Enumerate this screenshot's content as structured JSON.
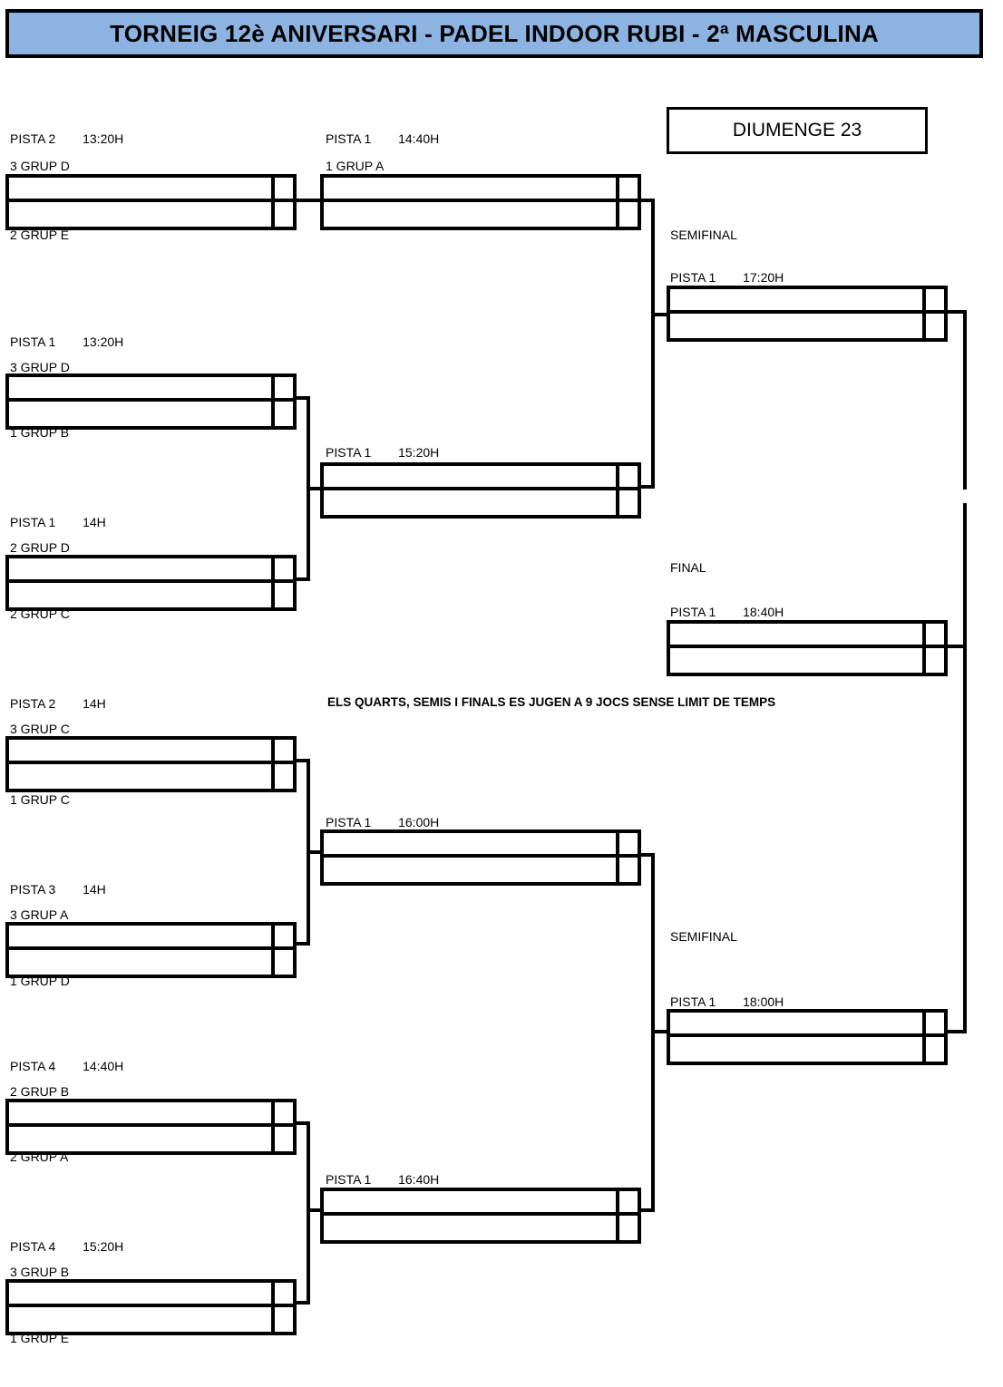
{
  "title": "TORNEIG 12è ANIVERSARI - PADEL INDOOR RUBI - 2ª MASCULINA",
  "day_label": "DIUMENGE 23",
  "note": "ELS QUARTS, SEMIS I FINALS ES JUGEN A 9 JOCS SENSE LIMIT DE TEMPS",
  "round_labels": {
    "semifinal_top": "SEMIFINAL",
    "semifinal_bottom": "SEMIFINAL",
    "final": "FINAL"
  },
  "round16": [
    {
      "id": "r16-1",
      "court": "PISTA 2",
      "time": "13:20H",
      "top_seed": "3 GRUP D",
      "bottom_seed": "2 GRUP E",
      "top_name": "",
      "bottom_name": "",
      "top_score": "",
      "bottom_score": ""
    },
    {
      "id": "r16-2",
      "court": "PISTA 1",
      "time": "13:20H",
      "top_seed": "3 GRUP D",
      "bottom_seed": "1 GRUP B",
      "top_name": "",
      "bottom_name": "",
      "top_score": "",
      "bottom_score": ""
    },
    {
      "id": "r16-3",
      "court": "PISTA 1",
      "time": "14H",
      "top_seed": "2 GRUP D",
      "bottom_seed": "2 GRUP C",
      "top_name": "",
      "bottom_name": "",
      "top_score": "",
      "bottom_score": ""
    },
    {
      "id": "r16-4",
      "court": "PISTA 2",
      "time": "14H",
      "top_seed": "3 GRUP C",
      "bottom_seed": "1 GRUP C",
      "top_name": "",
      "bottom_name": "",
      "top_score": "",
      "bottom_score": ""
    },
    {
      "id": "r16-5",
      "court": "PISTA 3",
      "time": "14H",
      "top_seed": "3 GRUP A",
      "bottom_seed": "1 GRUP D",
      "top_name": "",
      "bottom_name": "",
      "top_score": "",
      "bottom_score": ""
    },
    {
      "id": "r16-6",
      "court": "PISTA 4",
      "time": "14:40H",
      "top_seed": "2 GRUP B",
      "bottom_seed": "2 GRUP A",
      "top_name": "",
      "bottom_name": "",
      "top_score": "",
      "bottom_score": ""
    },
    {
      "id": "r16-7",
      "court": "PISTA 4",
      "time": "15:20H",
      "top_seed": "3 GRUP B",
      "bottom_seed": "1 GRUP E",
      "top_name": "",
      "bottom_name": "",
      "top_score": "",
      "bottom_score": ""
    }
  ],
  "quarterfinals": [
    {
      "id": "qf-1",
      "court": "PISTA 1",
      "time": "14:40H",
      "top_seed": "1 GRUP A",
      "bottom_seed": "",
      "top_name": "",
      "bottom_name": "",
      "top_score": "",
      "bottom_score": ""
    },
    {
      "id": "qf-2",
      "court": "PISTA 1",
      "time": "15:20H",
      "top_seed": "",
      "bottom_seed": "",
      "top_name": "",
      "bottom_name": "",
      "top_score": "",
      "bottom_score": ""
    },
    {
      "id": "qf-3",
      "court": "PISTA 1",
      "time": "16:00H",
      "top_seed": "",
      "bottom_seed": "",
      "top_name": "",
      "bottom_name": "",
      "top_score": "",
      "bottom_score": ""
    },
    {
      "id": "qf-4",
      "court": "PISTA 1",
      "time": "16:40H",
      "top_seed": "",
      "bottom_seed": "",
      "top_name": "",
      "bottom_name": "",
      "top_score": "",
      "bottom_score": ""
    }
  ],
  "semifinals": [
    {
      "id": "sf-1",
      "court": "PISTA 1",
      "time": "17:20H",
      "top_name": "",
      "bottom_name": "",
      "top_score": "",
      "bottom_score": ""
    },
    {
      "id": "sf-2",
      "court": "PISTA 1",
      "time": "18:00H",
      "top_name": "",
      "bottom_name": "",
      "top_score": "",
      "bottom_score": ""
    }
  ],
  "final": {
    "id": "final-1",
    "court": "PISTA 1",
    "time": "18:40H",
    "top_name": "",
    "bottom_name": "",
    "top_score": "",
    "bottom_score": ""
  },
  "colors": {
    "banner_background": "#8cb3e2",
    "line": "#000000",
    "page_background": "#ffffff"
  }
}
